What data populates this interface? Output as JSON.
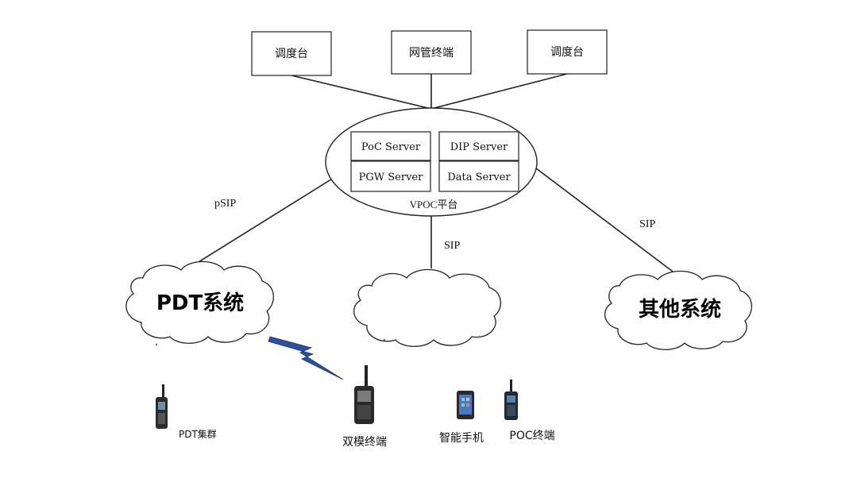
{
  "top_boxes": [
    {
      "label": "调度台"
    },
    {
      "label": "网管终端"
    },
    {
      "label": "调度台"
    }
  ],
  "platform": {
    "label": "VPOC平台",
    "servers": [
      {
        "label": "PoC Server"
      },
      {
        "label": "DIP Server"
      },
      {
        "label": "PGW Server"
      },
      {
        "label": "Data Server"
      }
    ]
  },
  "links": {
    "left": "pSIP",
    "middle": "SIP",
    "right": "SIP"
  },
  "clouds": [
    {
      "label": "PDT系统"
    },
    {
      "label": ""
    },
    {
      "label": "其他系统"
    }
  ],
  "devices": [
    {
      "label": "PDT集群",
      "icon": "radio-icon"
    },
    {
      "label": "双模终端",
      "icon": "radio-icon"
    },
    {
      "label": "智能手机",
      "icon": "smartphone-icon"
    },
    {
      "label": "POC终端",
      "icon": "radio-icon"
    }
  ],
  "colors": {
    "lightning": "#2b50a8",
    "line": "#222222"
  }
}
